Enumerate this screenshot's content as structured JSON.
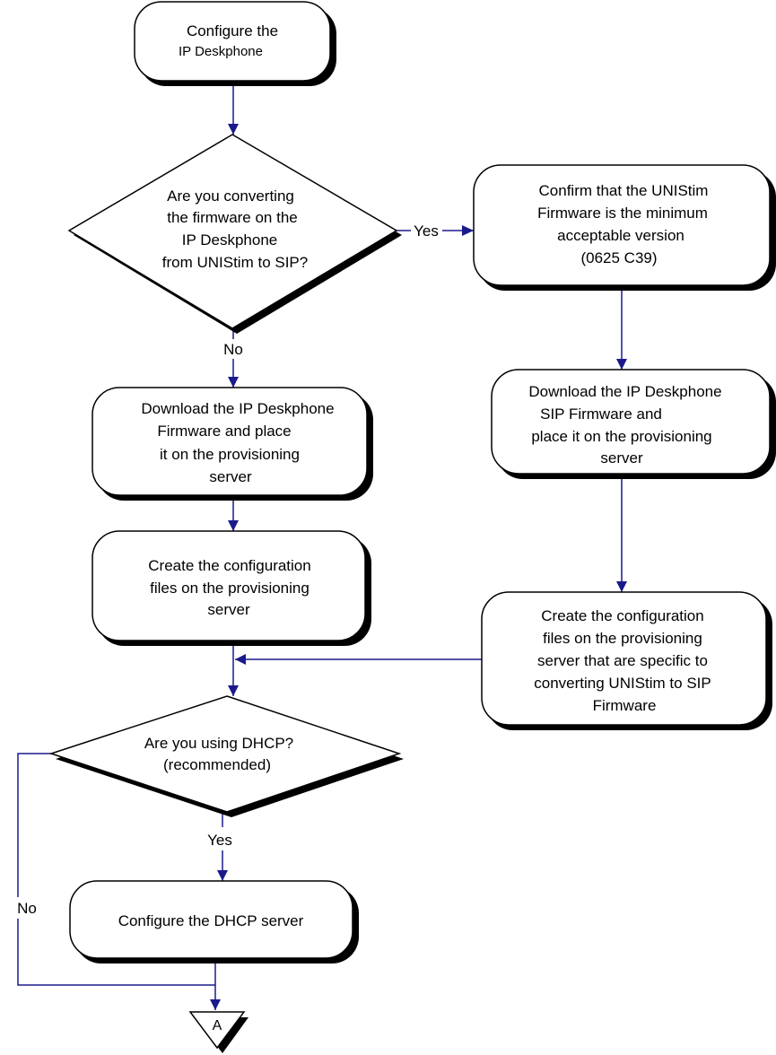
{
  "nodes": {
    "start": {
      "lines": [
        "Configure the",
        "IP Deskphone"
      ]
    },
    "decision_convert": {
      "lines": [
        "Are you converting",
        "the firmware on the",
        "IP Deskphone",
        "from UNIStim to SIP?"
      ]
    },
    "confirm_version": {
      "lines": [
        "Confirm that the UNIStim",
        "Firmware is the minimum",
        "acceptable version",
        "(0625 C39)"
      ]
    },
    "download_fw": {
      "lines": [
        "Download the IP Deskphone",
        "Firmware and place",
        "it on the provisioning",
        "server"
      ]
    },
    "download_sip_fw": {
      "lines": [
        "Download the IP Deskphone",
        "SIP Firmware and",
        "place it on the provisioning",
        "server"
      ]
    },
    "create_config": {
      "lines": [
        "Create the configuration",
        "files on the provisioning",
        "server"
      ]
    },
    "create_config_sip": {
      "lines": [
        "Create the configuration",
        "files on the provisioning",
        "server that are specific to",
        "converting UNIStim to SIP",
        "Firmware"
      ]
    },
    "decision_dhcp": {
      "lines": [
        "Are you using DHCP?",
        "(recommended)"
      ]
    },
    "configure_dhcp": {
      "lines": [
        "Configure the DHCP server"
      ]
    },
    "connector": {
      "label": "A"
    }
  },
  "edges": {
    "yes_convert": "Yes",
    "no_convert": "No",
    "yes_dhcp": "Yes",
    "no_dhcp": "No"
  },
  "colors": {
    "connector_line": "#1a1a8c",
    "shape_fill": "#ffffff",
    "shadow": "#000000"
  }
}
